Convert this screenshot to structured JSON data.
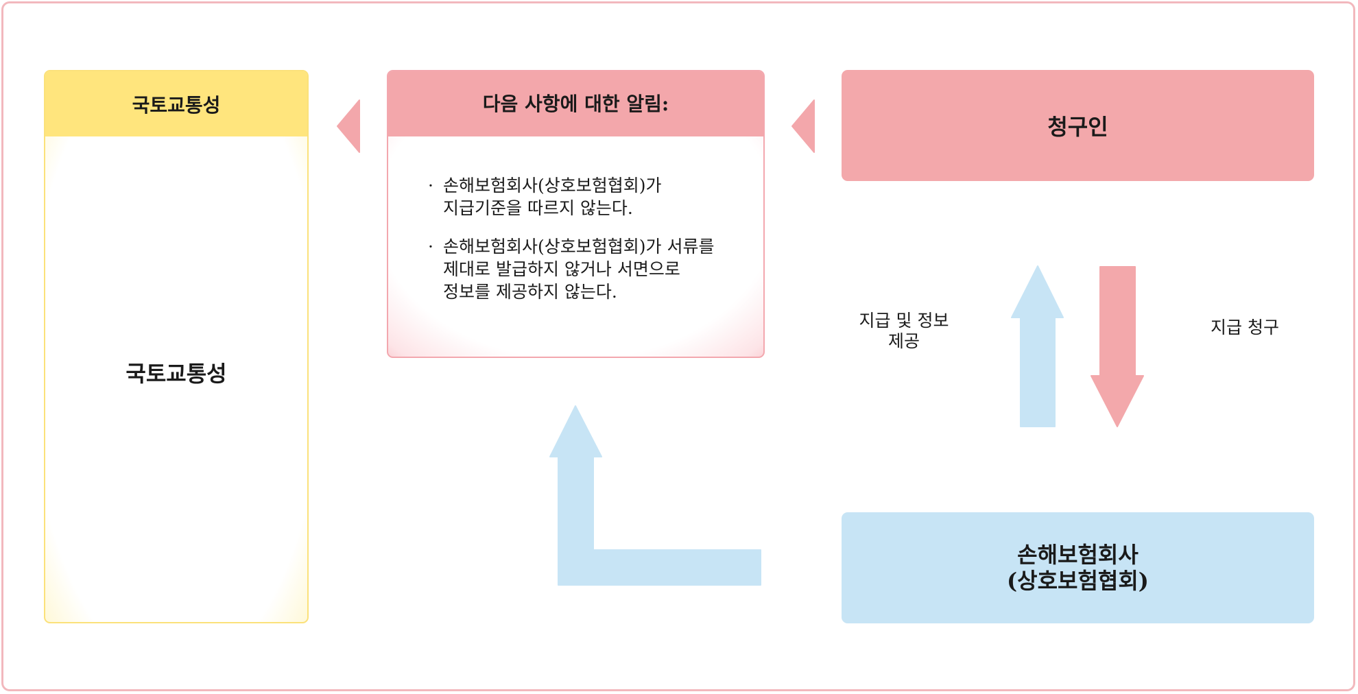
{
  "mlit": {
    "header": "국토교통성",
    "body": "국토교통성",
    "header_color": "#ffe57d"
  },
  "notice": {
    "header": "다음 사항에 대한 알림:",
    "items": [
      {
        "line1": "손해보험회사(상호보험협회)가",
        "line2": "지급기준을 따르지 않는다.",
        "line3": ""
      },
      {
        "line1": "손해보험회사(상호보험협회)가 서류를",
        "line2": "제대로 발급하지 않거나 서면으로",
        "line3": "정보를 제공하지 않는다."
      }
    ],
    "bullet": "·",
    "header_color": "#f3a7ab"
  },
  "claimant": {
    "label": "청구인",
    "color": "#f3a8ab"
  },
  "insurer": {
    "line1": "손해보험회사",
    "line2": "(상호보험협회)",
    "color": "#c7e4f5"
  },
  "arrows": {
    "up_label_line1": "지급 및 정보",
    "up_label_line2": "제공",
    "down_label": "지급 청구"
  }
}
